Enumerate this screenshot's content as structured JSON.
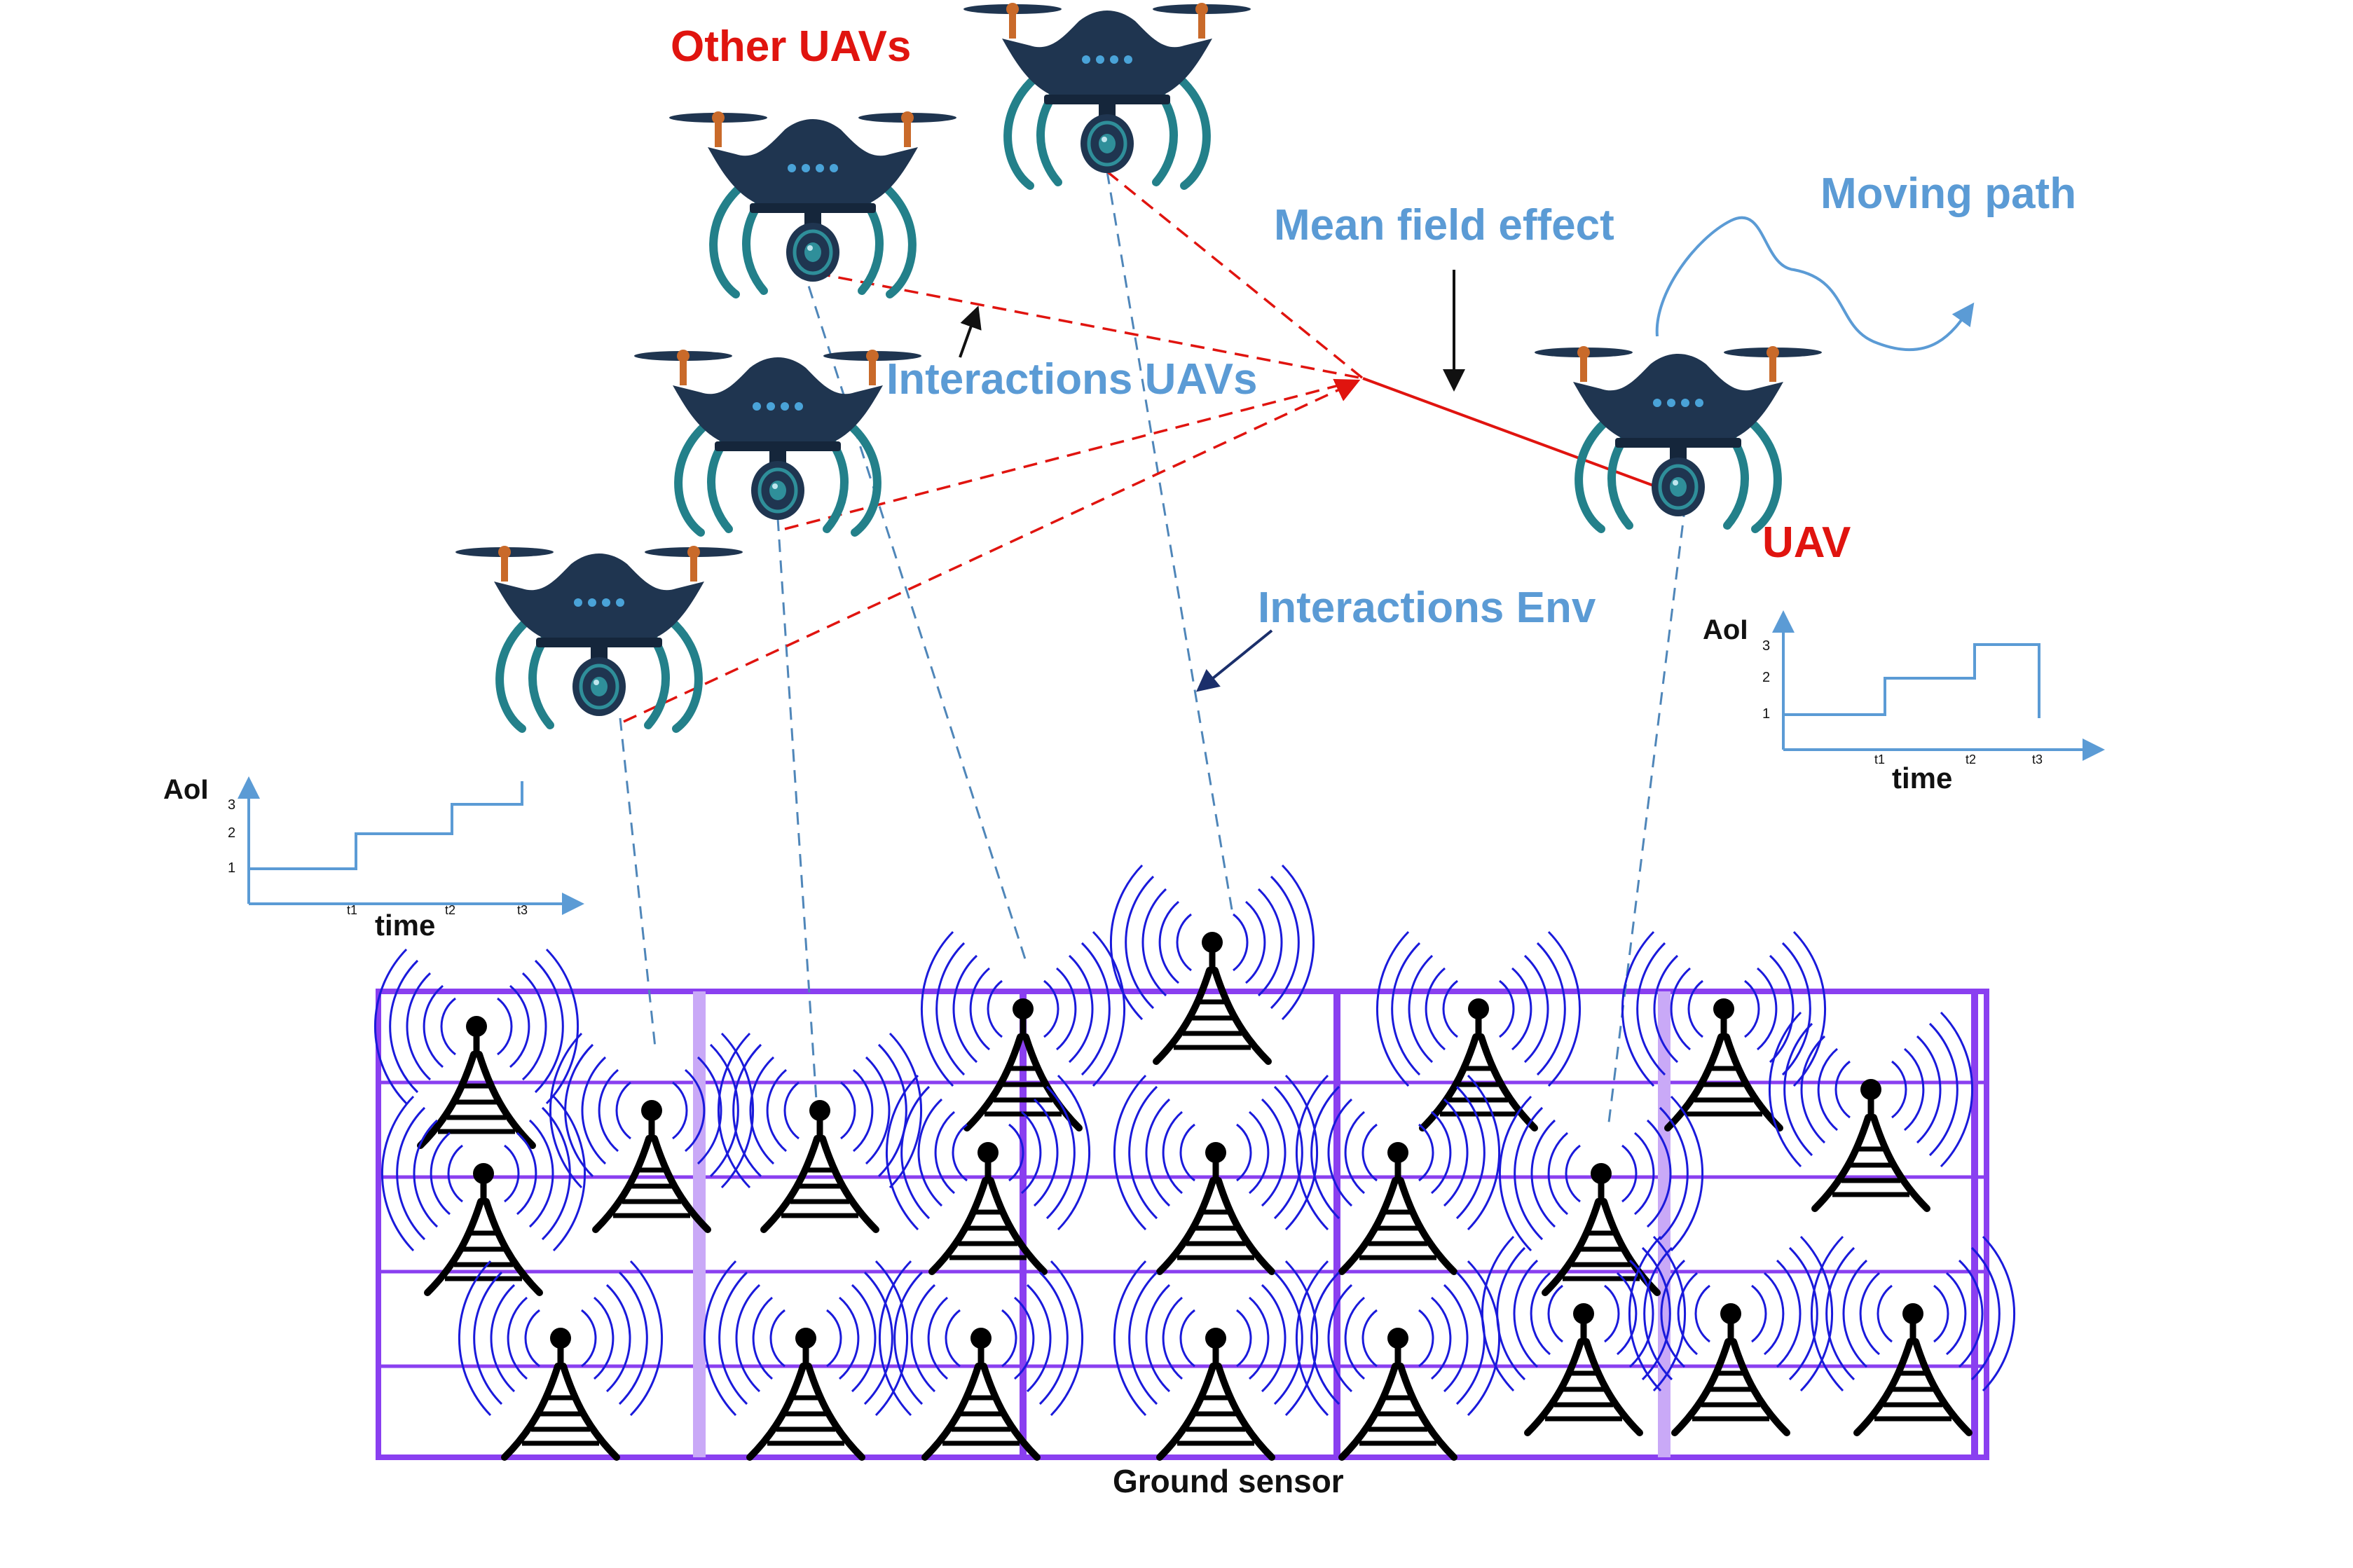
{
  "labels": {
    "other_uavs": "Other UAVs",
    "uav": "UAV",
    "mean_field_effect": "Mean field effect",
    "moving_path": "Moving path",
    "interactions_uavs": "Interactions UAVs",
    "interactions_env": "Interactions Env",
    "ground_sensor": "Ground sensor"
  },
  "aoi_charts": [
    {
      "ylabel": "AoI",
      "xlabel": "time",
      "y_ticks": [
        "1",
        "2",
        "3"
      ],
      "x_ticks": [
        "t1",
        "t2",
        "t3"
      ],
      "steps": [
        1,
        2,
        3
      ]
    },
    {
      "ylabel": "AoI",
      "xlabel": "time",
      "y_ticks": [
        "1",
        "2",
        "3"
      ],
      "x_ticks": [
        "t1",
        "t2",
        "t3"
      ],
      "steps": [
        1,
        2,
        3
      ]
    }
  ],
  "colors": {
    "red": "#e0140f",
    "blue_label": "#5b9bd5",
    "grid": "#8a3ff0",
    "tower_waves": "#1a1adb",
    "drone_body": "#1f3550",
    "drone_arms": "#23808a"
  }
}
